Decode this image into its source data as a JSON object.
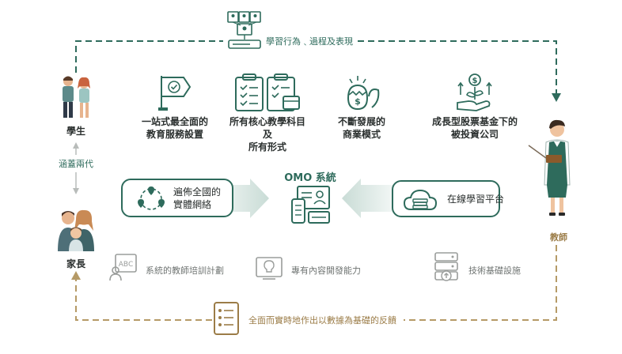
{
  "top_feedback": {
    "label": "學習行為﹑過程及表現"
  },
  "bottom_feedback": {
    "label": "全面而實時地作出以數據為基礎的反饋"
  },
  "student": {
    "label": "學生"
  },
  "parent": {
    "label": "家長"
  },
  "teacher": {
    "label": "教師"
  },
  "coverage": {
    "label": "涵蓋兩代"
  },
  "features": [
    {
      "label": "一站式最全面的\n教育服務設置"
    },
    {
      "label": "所有核心教學科目\n及\n所有形式"
    },
    {
      "label": "不斷發展的\n商業模式"
    },
    {
      "label": "成長型股票基金下的\n被投資公司"
    }
  ],
  "omo": {
    "title": "OMO 系統"
  },
  "network_box": {
    "label": "遍佈全國的\n實體網絡"
  },
  "online_box": {
    "label": "在線學習平台"
  },
  "supports": [
    {
      "label": "系統的教師培訓計劃"
    },
    {
      "label": "專有內容開發能力"
    },
    {
      "label": "技術基礎設施"
    }
  ],
  "colors": {
    "teal": "#2e6b5c",
    "tan": "#9b7c47",
    "grey": "#9a9d9b"
  }
}
